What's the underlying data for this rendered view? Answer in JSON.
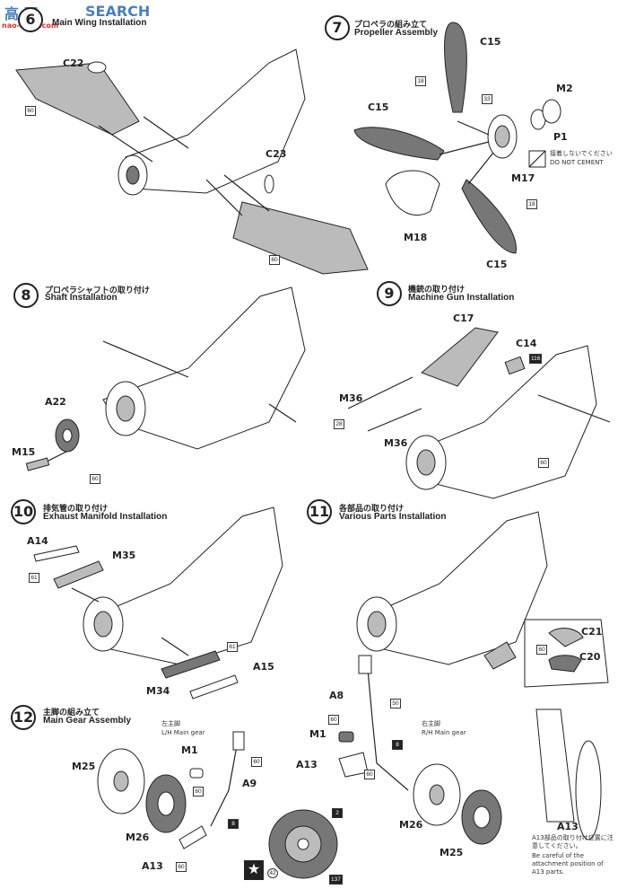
{
  "watermark": {
    "site_big": "SEARCH",
    "site_small": "nao-shou.com"
  },
  "steps": {
    "s6": {
      "en": "Main Wing Installation"
    },
    "s7": {
      "num": "7",
      "jp": "プロペラの組み立て",
      "en": "Propeller Assembly"
    },
    "s8": {
      "num": "8",
      "jp": "プロペラシャフトの取り付け",
      "en": "Shaft Installation"
    },
    "s9": {
      "num": "9",
      "jp": "機銃の取り付け",
      "en": "Machine Gun Installation"
    },
    "s10": {
      "num": "10",
      "jp": "排気管の取り付け",
      "en": "Exhaust Manifold Installation"
    },
    "s11": {
      "num": "11",
      "jp": "各部品の取り付け",
      "en": "Various Parts Installation"
    },
    "s12": {
      "num": "12",
      "jp": "主脚の組み立て",
      "en": "Main Gear Assembly"
    }
  },
  "parts": {
    "c22": "C22",
    "c23": "C23",
    "c15a": "C15",
    "c15b": "C15",
    "c15c": "C15",
    "m2": "M2",
    "p1": "P1",
    "m17": "M17",
    "m18": "M18",
    "a22": "A22",
    "m15": "M15",
    "c17": "C17",
    "c14": "C14",
    "m36a": "M36",
    "m36b": "M36",
    "a14": "A14",
    "m35": "M35",
    "m34": "M34",
    "a15": "A15",
    "c21": "C21",
    "c20": "C20",
    "m1a": "M1",
    "a9": "A9",
    "m25a": "M25",
    "m26a": "M26",
    "a13a": "A13",
    "a8": "A8",
    "m1b": "M1",
    "a13b": "A13",
    "m26b": "M26",
    "m25b": "M25",
    "a13c": "A13"
  },
  "boxes": {
    "b60a": "60",
    "b60b": "60",
    "b18a": "18",
    "b33": "33",
    "b18b": "18",
    "b60c": "60",
    "b28": "28",
    "b116": "116",
    "b60d": "60",
    "b61a": "61",
    "b61b": "61",
    "b60e": "60",
    "b60f": "60",
    "b60g": "60",
    "b8a": "8",
    "b60h": "60",
    "b50": "50",
    "b60i": "60",
    "b8b": "8",
    "b60j": "60",
    "b2": "2",
    "b42": "42",
    "b137": "137"
  },
  "notes": {
    "no_cement_jp": "接着しないでください",
    "no_cement_en": "DO NOT CEMENT",
    "lh_jp": "左主脚",
    "lh_en": "L/H Main gear",
    "rh_jp": "右主脚",
    "rh_en": "R/H Main gear",
    "careful_jp": "A13部品の取り付け位置に注意してください。",
    "careful_en": "Be careful of the attachment position of A13 parts."
  },
  "icons": {
    "star": "tamiya-star-icon",
    "no_glue": "no-glue-icon"
  }
}
